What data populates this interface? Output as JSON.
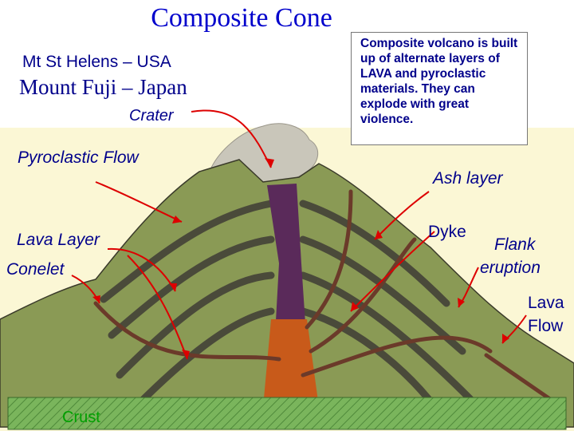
{
  "title": "Composite Cone",
  "locations": [
    "Mt St Helens – USA",
    "Mount Fuji – Japan"
  ],
  "description": "Composite volcano is built up of alternate layers of LAVA and pyroclastic materials. They can explode with great violence.",
  "labels": {
    "crater": "Crater",
    "pyroclastic_flow": "Pyroclastic Flow",
    "ash_layer": "Ash layer",
    "dyke": "Dyke",
    "flank_eruption_1": "Flank",
    "flank_eruption_2": "eruption",
    "lava_layer": "Lava Layer",
    "conelet": "Conelet",
    "lava_flow_1": "Lava",
    "lava_flow_2": "Flow",
    "crust": "Crust"
  },
  "colors": {
    "title": "#0000cc",
    "text": "#00008b",
    "arrow": "#dd0000",
    "cone": "#8a9a55",
    "lava_layer": "#4a4a3a",
    "vent": "#5a2a5a",
    "crust": "#6aa84f",
    "crust_label": "#00a000",
    "background": "#fbf7d5"
  }
}
